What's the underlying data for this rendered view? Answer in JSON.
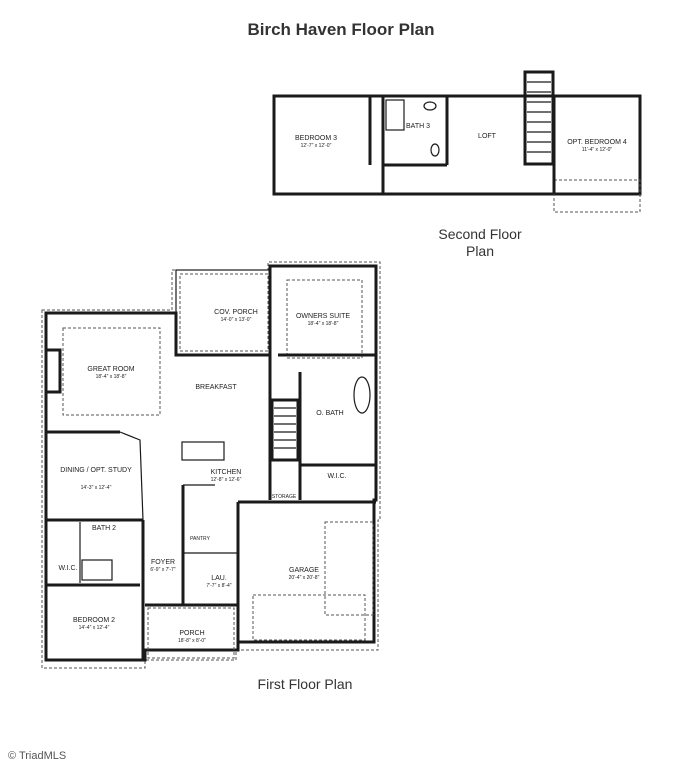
{
  "title": "Birch Haven Floor Plan",
  "second_floor": {
    "caption_line1": "Second Floor",
    "caption_line2": "Plan",
    "rooms": [
      {
        "name": "BEDROOM 3",
        "dims": "12'-7\" x 12'-0\""
      },
      {
        "name": "BATH 3",
        "dims": ""
      },
      {
        "name": "LOFT",
        "dims": ""
      },
      {
        "name": "OPT. BEDROOM 4",
        "dims": "11'-4\" x 12'-0\""
      }
    ]
  },
  "first_floor": {
    "caption": "First Floor Plan",
    "rooms": [
      {
        "name": "COV. PORCH",
        "dims": "14'-0\" x 13'-0\""
      },
      {
        "name": "OWNERS SUITE",
        "dims": "18'-4\" x 18'-8\""
      },
      {
        "name": "GREAT ROOM",
        "dims": "18'-4\" x 18'-8\""
      },
      {
        "name": "BREAKFAST",
        "dims": ""
      },
      {
        "name": "O. BATH",
        "dims": ""
      },
      {
        "name": "DINING / OPT. STUDY",
        "dims": "14'-3\" x 12'-4\""
      },
      {
        "name": "KITCHEN",
        "dims": "12'-8\" x 12'-6\""
      },
      {
        "name": "W.I.C.",
        "dims": ""
      },
      {
        "name": "BATH 2",
        "dims": ""
      },
      {
        "name": "W.I.C.",
        "dims": ""
      },
      {
        "name": "FOYER",
        "dims": "6'-9\" x 7'-7\""
      },
      {
        "name": "LAU.",
        "dims": "7'-7\" x 8'-4\""
      },
      {
        "name": "GARAGE",
        "dims": "20'-4\" x 20'-8\""
      },
      {
        "name": "BEDROOM 2",
        "dims": "14'-4\" x 12'-4\""
      },
      {
        "name": "PORCH",
        "dims": "18'-8\" x 8'-0\""
      },
      {
        "name": "PANTRY",
        "dims": ""
      },
      {
        "name": "STORAGE",
        "dims": ""
      }
    ]
  },
  "footer": "© TriadMLS"
}
